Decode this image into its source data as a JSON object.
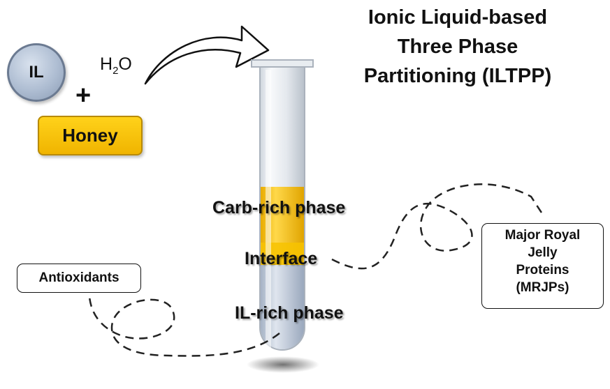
{
  "title": {
    "line1": "Ionic Liquid-based",
    "line2": "Three Phase",
    "line3": "Partitioning (ILTPP)"
  },
  "reagents": {
    "il": "IL",
    "plus": "+",
    "water_main": "H",
    "water_sub": "2",
    "water_tail": "O",
    "honey": "Honey"
  },
  "phases": {
    "carb": "Carb-rich phase",
    "interface": "Interface",
    "il_rich": "IL-rich phase"
  },
  "outputs": {
    "antioxidants": "Antioxidants",
    "mrjp_line1": "Major Royal",
    "mrjp_line2": "Jelly",
    "mrjp_line3": "Proteins",
    "mrjp_line4": "(MRJPs)"
  },
  "colors": {
    "honey": "#f5c000",
    "il_phase": "#b9c4d6",
    "tube_glass": "#e9edf2"
  }
}
